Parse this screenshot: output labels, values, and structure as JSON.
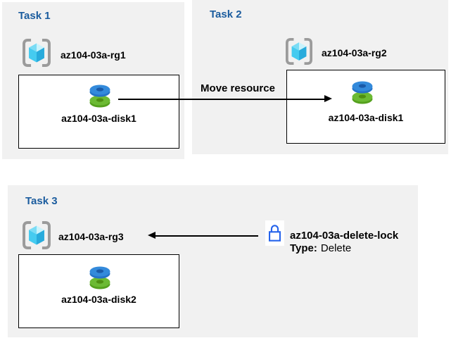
{
  "tasks": [
    {
      "title": "Task 1",
      "resource_group_label": "az104-03a-rg1",
      "disk_label": "az104-03a-disk1"
    },
    {
      "title": "Task 2",
      "resource_group_label": "az104-03a-rg2",
      "disk_label": "az104-03a-disk1"
    },
    {
      "title": "Task 3",
      "resource_group_label": "az104-03a-rg3",
      "disk_label": "az104-03a-disk2"
    }
  ],
  "move_arrow": {
    "label": "Move resource"
  },
  "lock": {
    "name": "az104-03a-delete-lock",
    "type_label": "Type:",
    "type_value": "Delete"
  },
  "icons": {
    "resource_group": "resource-group-icon",
    "disk": "disk-icon",
    "lock": "lock-icon"
  },
  "colors": {
    "panel_background": "#F1F1F1",
    "task_title": "#1B5C9E",
    "box_border": "#000000",
    "arrow": "#000000",
    "lock_blue": "#2563EB",
    "disk_blue": "#338ADB",
    "disk_green": "#6CBA33",
    "rg_bracket": "#9B9B9B",
    "rg_cube_light": "#C9F3FC",
    "rg_cube_dark": "#28ABDC"
  }
}
